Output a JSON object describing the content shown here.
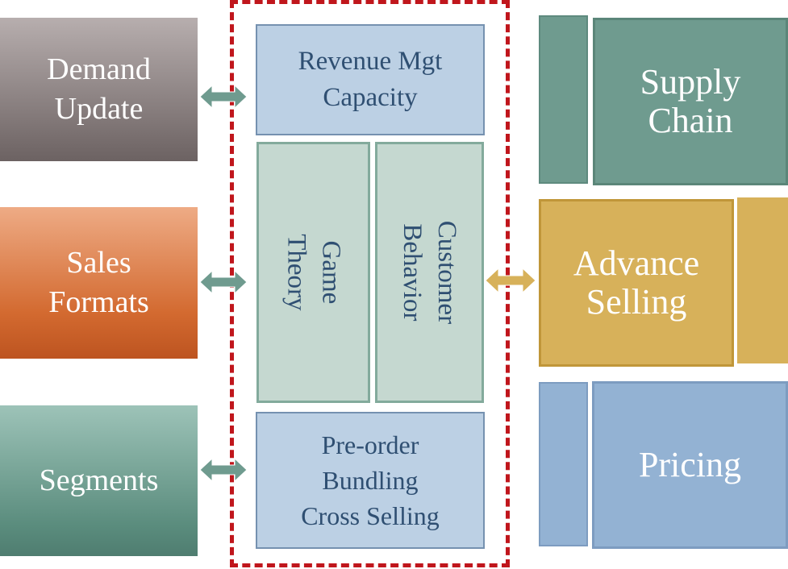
{
  "left_boxes": {
    "demand": "Demand\nUpdate",
    "sales": "Sales\nFormats",
    "segments": "Segments"
  },
  "center": {
    "revenue": "Revenue Mgt\nCapacity",
    "game": "Game\nTheory",
    "customer": "Customer\nBehavior",
    "preorder": "Pre-order\nBundling\nCross Selling"
  },
  "right_boxes": {
    "supply": "Supply\nChain",
    "advance": "Advance\nSelling",
    "pricing": "Pricing"
  },
  "colors": {
    "teal_arrow": "#6f9b8f",
    "gold_arrow": "#d7b15a",
    "dashed_border": "#c0161c"
  }
}
